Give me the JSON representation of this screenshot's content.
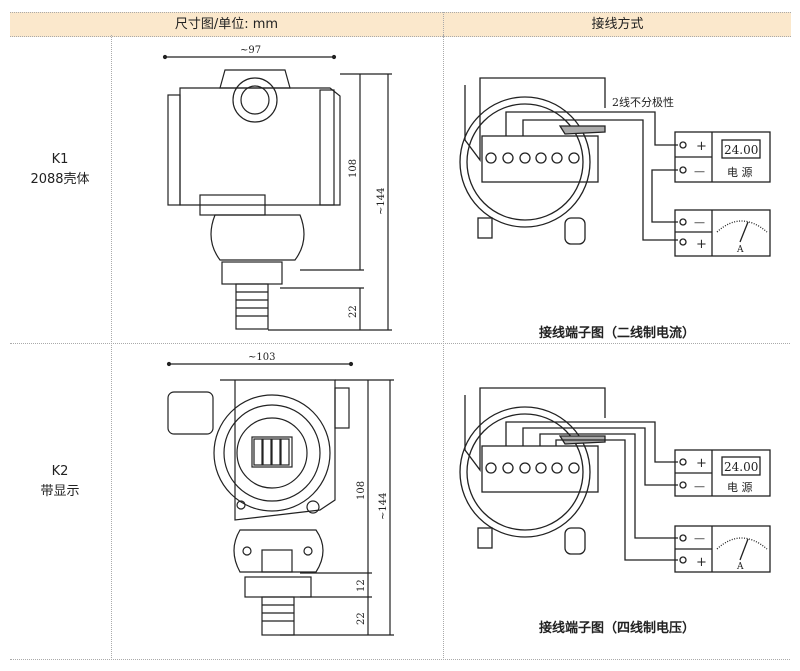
{
  "header": {
    "dimensions": "尺寸图/单位: mm",
    "wiring": "接线方式"
  },
  "rows": [
    {
      "model": "K1",
      "housing": "2088壳体",
      "dims": {
        "width": "~97",
        "body_height": "108",
        "total_height": "~144",
        "thread": "22"
      },
      "wiring": {
        "note": "2线不分极性",
        "power_display": "24.00",
        "power_label": "电 源",
        "meter_label": "A",
        "caption": "接线端子图（二线制电流）"
      }
    },
    {
      "model": "K2",
      "housing": "带显示",
      "dims": {
        "width": "~103",
        "body_height": "108",
        "total_height": "~144",
        "nut": "12",
        "thread": "22"
      },
      "wiring": {
        "power_display": "24.00",
        "power_label": "电 源",
        "meter_label": "A",
        "caption": "接线端子图（四线制电压）"
      }
    }
  ],
  "signs": {
    "plus": "+",
    "minus": "—"
  },
  "colors": {
    "header_bg": "#fbe8cc",
    "border": "#aaaaaa",
    "line": "#222222"
  }
}
